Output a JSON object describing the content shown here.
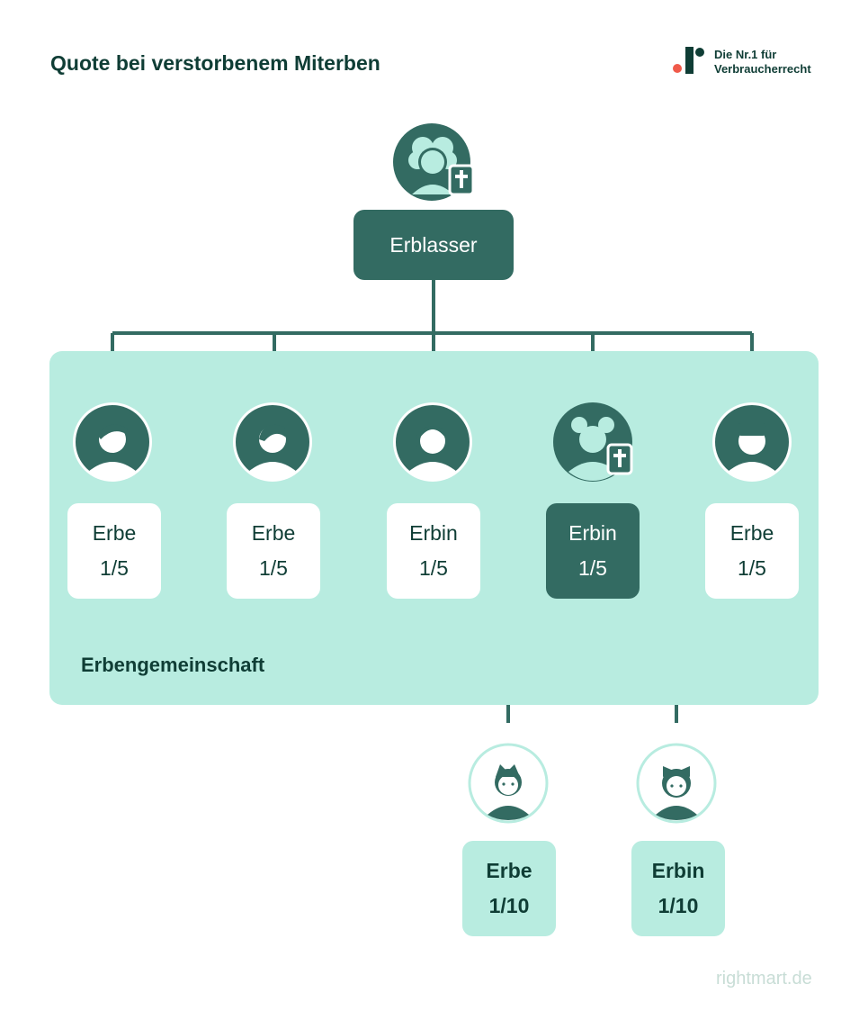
{
  "title": "Quote bei verstorbenem Miterben",
  "brand": {
    "line1": "Die Nr.1 für",
    "line2": "Verbraucherrecht"
  },
  "root": {
    "label": "Erblasser",
    "icon": "elderly-woman-deceased-icon"
  },
  "group": {
    "label": "Erbengemeinschaft"
  },
  "heirs": [
    {
      "label": "Erbe",
      "share": "1/5",
      "icon": "man-icon"
    },
    {
      "label": "Erbe",
      "share": "1/5",
      "icon": "man-icon"
    },
    {
      "label": "Erbin",
      "share": "1/5",
      "icon": "woman-icon"
    },
    {
      "label": "Erbin",
      "share": "1/5",
      "icon": "woman-deceased-icon",
      "deceased": true
    },
    {
      "label": "Erbe",
      "share": "1/5",
      "icon": "man-icon"
    }
  ],
  "sub_heirs": [
    {
      "label": "Erbe",
      "share": "1/10",
      "icon": "boy-icon"
    },
    {
      "label": "Erbin",
      "share": "1/10",
      "icon": "girl-icon"
    }
  ],
  "colors": {
    "dark": "#336b62",
    "light": "#b8ece0",
    "text": "#0f3d35",
    "accent": "#f05a4a"
  },
  "footer": "rightmart.de"
}
